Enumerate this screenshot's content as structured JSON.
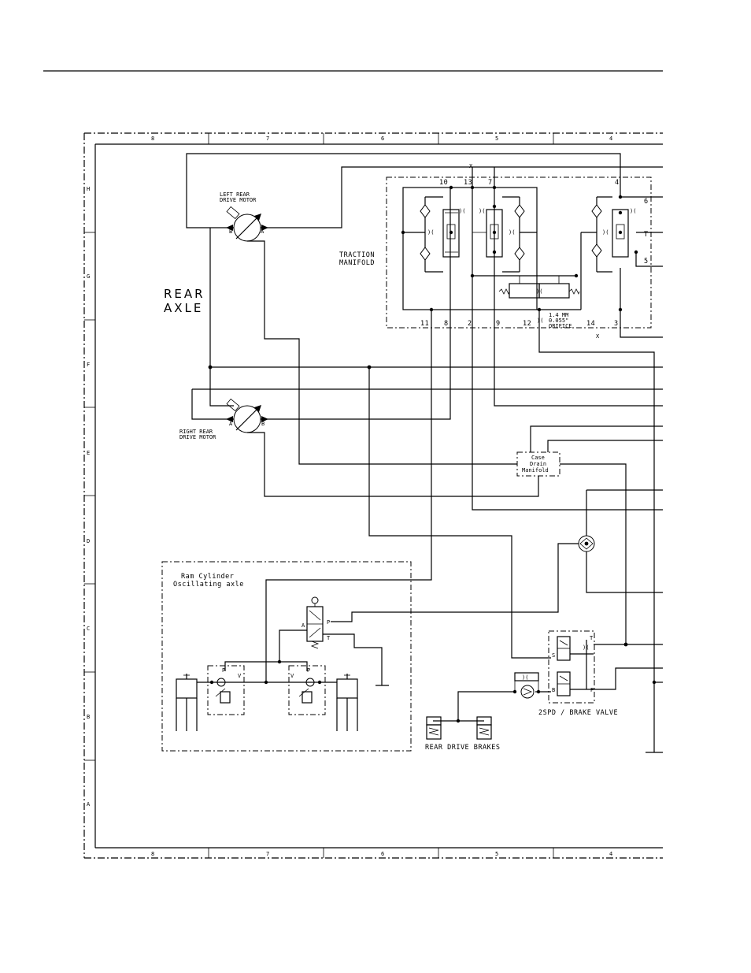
{
  "zones_columns": [
    "8",
    "7",
    "6",
    "5",
    "4"
  ],
  "zones_rows": [
    "H",
    "G",
    "F",
    "E",
    "D",
    "C",
    "B",
    "A"
  ],
  "labels": {
    "rear_axle_line1": "REAR",
    "rear_axle_line2": "AXLE",
    "left_motor_line1": "LEFT REAR",
    "left_motor_line2": "DRIVE MOTOR",
    "right_motor_line1": "RIGHT REAR",
    "right_motor_line2": "DRIVE MOTOR",
    "traction_line1": "TRACTION",
    "traction_line2": "MANIFOLD",
    "orifice_line1": "1.4 MM",
    "orifice_line2": "0.055\"",
    "orifice_line3": "ORIFICE",
    "case_drain_line1": "Case",
    "case_drain_line2": "Drain",
    "case_drain_line3": "Manifold",
    "ram_line1": "Ram Cylinder",
    "ram_line2": "Oscillating axle",
    "brake_valve": "2SPD / BRAKE VALVE",
    "rear_brakes": "REAR DRIVE BRAKES"
  },
  "ports": {
    "motor_b": "B",
    "motor_a": "A",
    "valve_a": "A",
    "valve_p": "P",
    "valve_t": "T",
    "check_p": "P",
    "check_v": "V",
    "brake_t": "T",
    "brake_s": "S",
    "brake_b": "B",
    "brake_p": "P",
    "manifold_top": [
      "10",
      "13",
      "7",
      "4"
    ],
    "manifold_right": [
      "6",
      "T",
      "5"
    ],
    "manifold_bottom": [
      "11",
      "8",
      "2",
      "9",
      "12",
      "14",
      "3"
    ],
    "x_mark": "X"
  }
}
